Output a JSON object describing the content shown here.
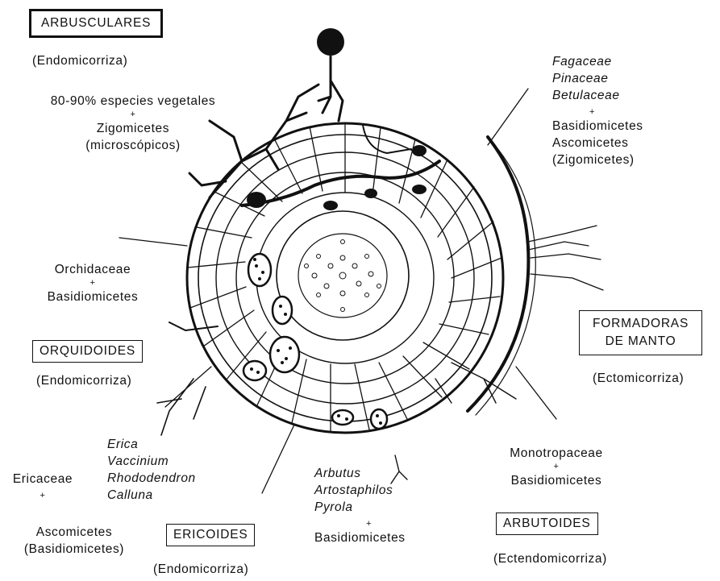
{
  "arbusculares": {
    "title": "ARBUSCULARES",
    "type": "(Endomicorriza)",
    "line1": "80-90% especies vegetales",
    "plus": "+",
    "fungi1": "Zigomicetes",
    "fungi2": "(microscópicos)"
  },
  "ectomicorriza": {
    "plants": [
      "Fagaceae",
      "Pinaceae",
      "Betulaceae"
    ],
    "plus": "+",
    "fungi": [
      "Basidiomicetes",
      "Ascomicetes",
      "(Zigomicetes)"
    ],
    "title_line1": "FORMADORAS",
    "title_line2": "DE MANTO",
    "type": "(Ectomicorriza)"
  },
  "orquidoides": {
    "plant": "Orchidaceae",
    "plus": "+",
    "fungi": "Basidiomicetes",
    "title": "ORQUIDOIDES",
    "type": "(Endomicorriza)"
  },
  "ericoides": {
    "genera": [
      "Erica",
      "Vaccinium",
      "Rhododendron",
      "Calluna"
    ],
    "family": "Ericaceae",
    "plus": "+",
    "fungi1": "Ascomicetes",
    "fungi2": "(Basidiomicetes)",
    "title": "ERICOIDES",
    "type": "(Endomicorriza)"
  },
  "arbutoides": {
    "genera": [
      "Arbutus",
      "Artostaphilos",
      "Pyrola"
    ],
    "plus": "+",
    "fungi": "Basidiomicetes",
    "family": "Monotropaceae",
    "plus2": "+",
    "fungi2": "Basidiomicetes",
    "title": "ARBUTOIDES",
    "type": "(Ectendomicorriza)"
  }
}
